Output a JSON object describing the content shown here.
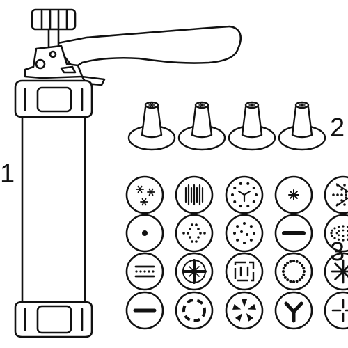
{
  "labels": {
    "press": "1",
    "tips": "2",
    "discs": "3"
  },
  "components": {
    "press": "cookie-press-icon",
    "tips": "piping-tip-icon",
    "discs": "cookie-disc-icon"
  },
  "counts": {
    "tips": 4,
    "disc_rows": 4,
    "disc_columns": 5
  },
  "disc_patterns": [
    [
      "six-point-stars-trio",
      "vertical-ridges",
      "y-stars-ring",
      "small-star",
      "arrow"
    ],
    [
      "single-dot",
      "dot-cross",
      "dot-ring",
      "long-dashed-bar",
      "oval-dot-ring"
    ],
    [
      "dash-rows",
      "quartered-grid",
      "square-outline",
      "dot-circle",
      "big-asterisk"
    ],
    [
      "single-bar",
      "dashed-circle",
      "pinwheel",
      "y-shape",
      "plus-split"
    ]
  ],
  "colors": {
    "stroke": "#111111",
    "fill": "#ffffff"
  }
}
